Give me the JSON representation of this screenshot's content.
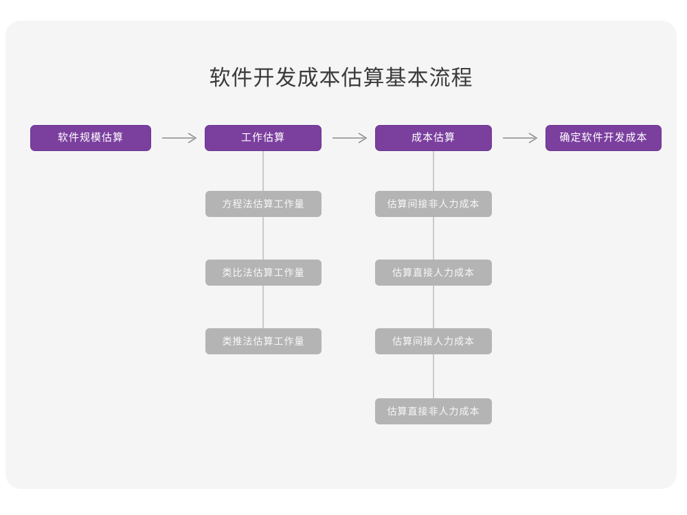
{
  "title": "软件开发成本估算基本流程",
  "colors": {
    "page_background": "#ffffff",
    "card_background": "#f5f5f6",
    "stage_fill": "#7b3f9e",
    "stage_border": "#6d3690",
    "stage_text": "#ffffff",
    "substep_fill": "#b4b4b4",
    "substep_text": "#f7f7f7",
    "connector": "#c9c9c9",
    "arrow": "#8a8a8a",
    "title_text": "#3b3b3b"
  },
  "flow": {
    "stages": [
      {
        "label": "软件规模估算"
      },
      {
        "label": "工作估算"
      },
      {
        "label": "成本估算"
      },
      {
        "label": "确定软件开发成本"
      }
    ],
    "arrows": [
      {
        "name": "arrow-right-icon"
      },
      {
        "name": "arrow-right-icon"
      },
      {
        "name": "arrow-right-icon"
      }
    ],
    "branches": [
      {
        "parent": "工作估算",
        "items": [
          "方程法估算工作量",
          "类比法估算工作量",
          "类推法估算工作量"
        ]
      },
      {
        "parent": "成本估算",
        "items": [
          "估算间接非人力成本",
          "估算直接人力成本",
          "估算间接人力成本",
          "估算直接非人力成本"
        ]
      }
    ]
  },
  "chart_data": {
    "type": "diagram",
    "title": "软件开发成本估算基本流程",
    "layout": "horizontal flow with two vertical sub-step branches",
    "nodes": [
      {
        "id": "s0",
        "label": "软件规模估算",
        "level": "stage",
        "column": 0
      },
      {
        "id": "s1",
        "label": "工作估算",
        "level": "stage",
        "column": 1
      },
      {
        "id": "s2",
        "label": "成本估算",
        "level": "stage",
        "column": 2
      },
      {
        "id": "s3",
        "label": "确定软件开发成本",
        "level": "stage",
        "column": 3
      },
      {
        "id": "b1-0",
        "label": "方程法估算工作量",
        "level": "substep",
        "parent": "s1"
      },
      {
        "id": "b1-1",
        "label": "类比法估算工作量",
        "level": "substep",
        "parent": "s1"
      },
      {
        "id": "b1-2",
        "label": "类推法估算工作量",
        "level": "substep",
        "parent": "s1"
      },
      {
        "id": "b2-0",
        "label": "估算间接非人力成本",
        "level": "substep",
        "parent": "s2"
      },
      {
        "id": "b2-1",
        "label": "估算直接人力成本",
        "level": "substep",
        "parent": "s2"
      },
      {
        "id": "b2-2",
        "label": "估算间接人力成本",
        "level": "substep",
        "parent": "s2"
      },
      {
        "id": "b2-3",
        "label": "估算直接非人力成本",
        "level": "substep",
        "parent": "s2"
      }
    ],
    "edges": [
      {
        "from": "s0",
        "to": "s1",
        "style": "arrow"
      },
      {
        "from": "s1",
        "to": "s2",
        "style": "arrow"
      },
      {
        "from": "s2",
        "to": "s3",
        "style": "arrow"
      },
      {
        "from": "s1",
        "to": "b1-0",
        "style": "line"
      },
      {
        "from": "s1",
        "to": "b1-1",
        "style": "line"
      },
      {
        "from": "s1",
        "to": "b1-2",
        "style": "line"
      },
      {
        "from": "s2",
        "to": "b2-0",
        "style": "line"
      },
      {
        "from": "s2",
        "to": "b2-1",
        "style": "line"
      },
      {
        "from": "s2",
        "to": "b2-2",
        "style": "line"
      },
      {
        "from": "s2",
        "to": "b2-3",
        "style": "line"
      }
    ]
  }
}
